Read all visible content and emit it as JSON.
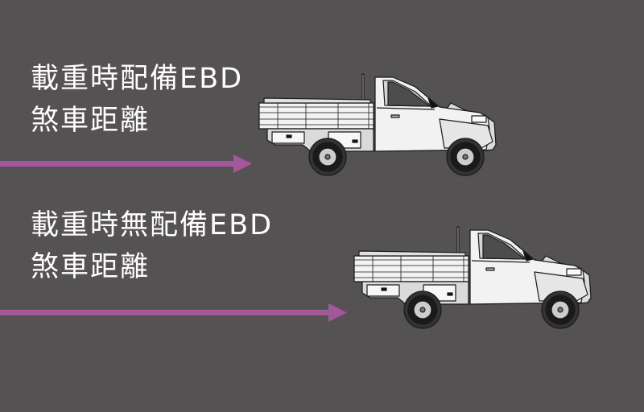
{
  "scenarios": [
    {
      "line1": "載重時配備EBD",
      "line2": "煞車距離"
    },
    {
      "line1": "載重時無配備EBD",
      "line2": "煞車距離"
    }
  ],
  "colors": {
    "background": "#545253",
    "arrow": "#a4589c",
    "text": "#ffffff",
    "truck_body": "#f2f2f2",
    "outline": "#1a1a1a"
  },
  "icons": [
    "pickup-truck-icon",
    "arrow-right-icon"
  ]
}
